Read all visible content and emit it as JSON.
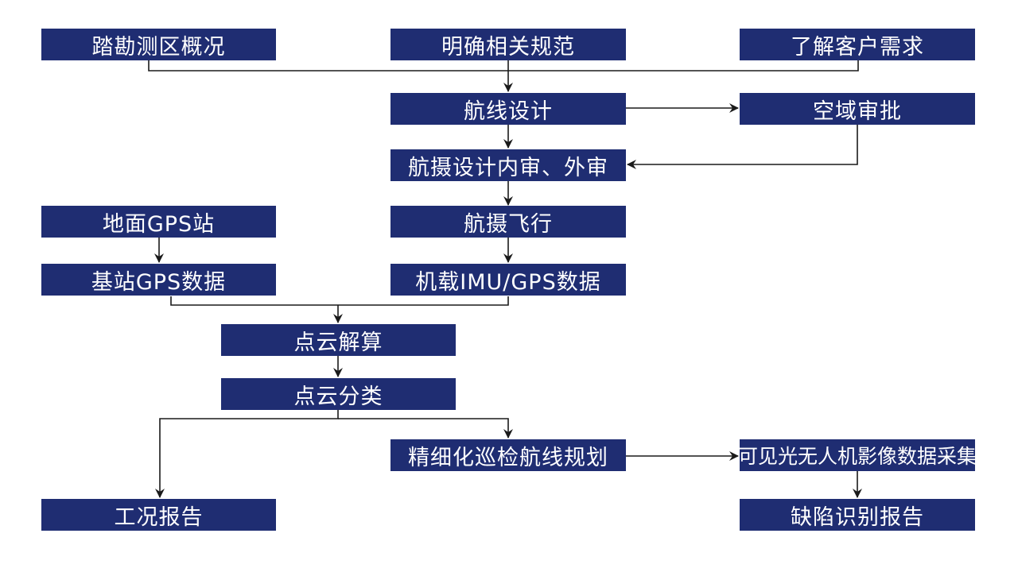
{
  "nodes": {
    "survey_area": "踏勘测区概况",
    "define_specs": "明确相关规范",
    "customer_needs": "了解客户需求",
    "route_design": "航线设计",
    "airspace_approval": "空域审批",
    "design_review": "航摄设计内审、外审",
    "ground_gps": "地面GPS站",
    "aerial_flight": "航摄飞行",
    "base_gps_data": "基站GPS数据",
    "airborne_data": "机载IMU/GPS数据",
    "pointcloud_solve": "点云解算",
    "pointcloud_classify": "点云分类",
    "fine_route_plan": "精细化巡检航线规划",
    "uav_image_capture": "可见光无人机影像数据采集",
    "condition_report": "工况报告",
    "defect_report": "缺陷识别报告"
  },
  "colors": {
    "node_fill": "#1f2d72",
    "node_text": "#ffffff",
    "connector": "#1a1a1a",
    "background": "#ffffff"
  }
}
